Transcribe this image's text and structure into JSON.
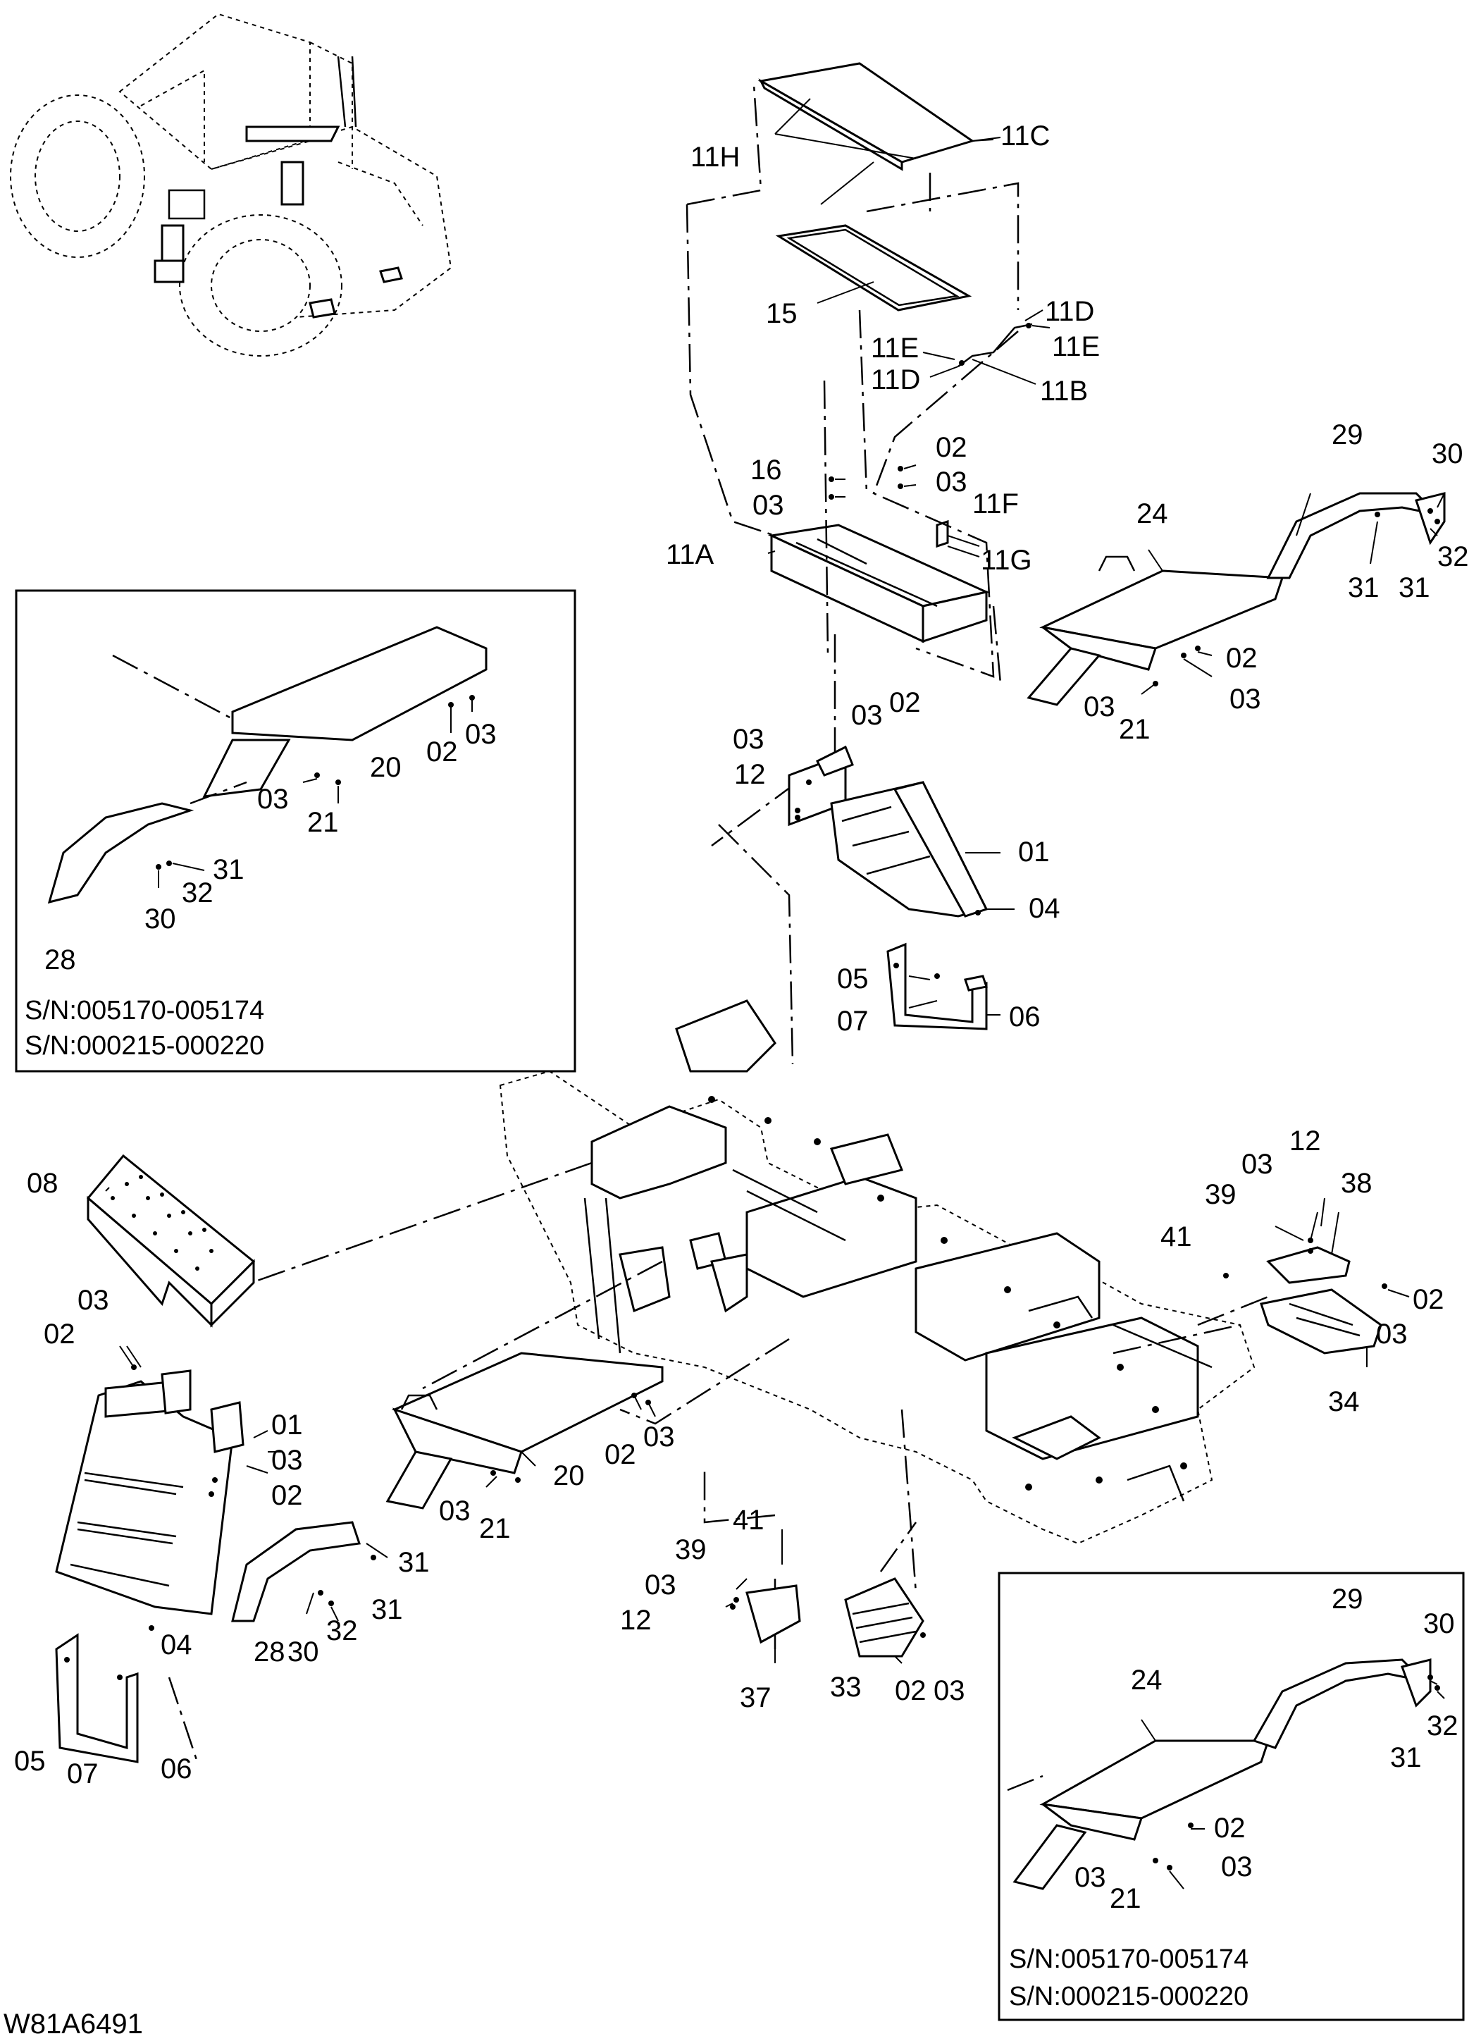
{
  "drawing_code": "W81A6491",
  "inset_left": {
    "serials": [
      "S/N:005170-005174",
      "S/N:000215-000220"
    ]
  },
  "inset_right": {
    "serials": [
      "S/N:005170-005174",
      "S/N:000215-000220"
    ]
  },
  "labels": {
    "l11H": "11H",
    "l11C": "11C",
    "l15": "15",
    "l11D_a": "11D",
    "l11E_a": "11E",
    "l11E_b": "11E",
    "l11D_b": "11D",
    "l11B": "11B",
    "l16": "16",
    "l03_a": "03",
    "l02_a": "02",
    "l03_b": "03",
    "l11F": "11F",
    "l11A": "11A",
    "l11G": "11G",
    "l29_a": "29",
    "l30_a": "30",
    "l24_a": "24",
    "l31_a": "31",
    "l31_b": "31",
    "l32_a": "32",
    "l02_b": "02",
    "l03_c": "03",
    "l03_d": "03",
    "l21_a": "21",
    "l03_e": "03",
    "l02_c": "02",
    "l03_f": "03",
    "l12_a": "12",
    "l01_a": "01",
    "l04_a": "04",
    "l05_a": "05",
    "l07_a": "07",
    "l06_a": "06",
    "l20_a": "20",
    "l02_d": "02",
    "l03_g": "03",
    "l03_h": "03",
    "l21_b": "21",
    "l31_c": "31",
    "l32_b": "32",
    "l30_b": "30",
    "l28_a": "28",
    "l08": "08",
    "l03_i": "03",
    "l02_e": "02",
    "l01_b": "01",
    "l03_j": "03",
    "l02_f": "02",
    "l04_b": "04",
    "l05_b": "05",
    "l07_b": "07",
    "l06_b": "06",
    "l20_b": "20",
    "l02_g": "02",
    "l03_k": "03",
    "l03_l": "03",
    "l21_c": "21",
    "l31_d": "31",
    "l31_e": "31",
    "l32_c": "32",
    "l30_c": "30",
    "l28_b": "28",
    "l12_b": "12",
    "l03_m": "03",
    "l39_a": "39",
    "l38": "38",
    "l41_a": "41",
    "l02_h": "02",
    "l03_n": "03",
    "l34": "34",
    "l41_b": "41",
    "l39_b": "39",
    "l03_o": "03",
    "l12_c": "12",
    "l37": "37",
    "l33": "33",
    "l02_i": "02",
    "l03_p": "03",
    "l29_b": "29",
    "l30_d": "30",
    "l24_b": "24",
    "l32_d": "32",
    "l31_f": "31",
    "l02_j": "02",
    "l03_q": "03",
    "l03_r": "03",
    "l21_d": "21"
  }
}
